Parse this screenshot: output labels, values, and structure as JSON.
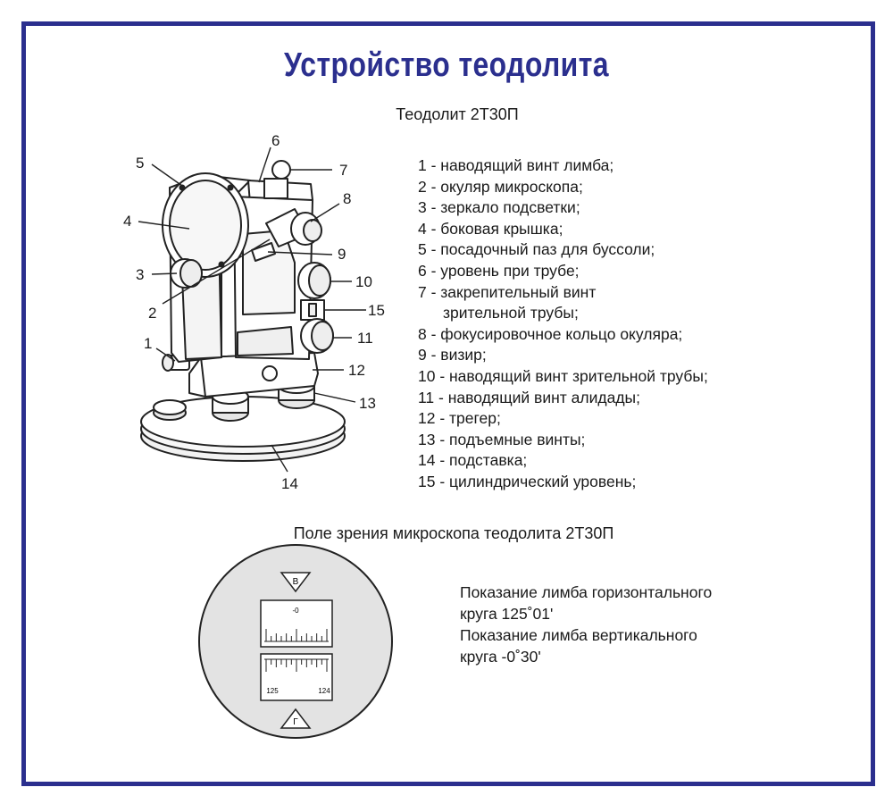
{
  "title": "Устройство теодолита",
  "subtitle": "Теодолит 2Т30П",
  "legend": [
    "1 - наводящий винт лимба;",
    "2 - окуляр микроскопа;",
    "3 - зеркало подсветки;",
    "4 - боковая крышка;",
    "5 - посадочный паз для буссоли;",
    "6 - уровень при трубе;",
    "7 - закрепительный винт",
    "зрительной трубы;",
    "8 - фокусировочное кольцо окуляра;",
    "9 - визир;",
    "10 - наводящий винт зрительной трубы;",
    "11 - наводящий винт алидады;",
    "12 - трегер;",
    "13 - подъемные винты;",
    "14 - подставка;",
    "15 - цилиндрический уровень;"
  ],
  "callouts": [
    "1",
    "2",
    "3",
    "4",
    "5",
    "6",
    "7",
    "8",
    "9",
    "10",
    "11",
    "12",
    "13",
    "14",
    "15"
  ],
  "microscope": {
    "title": "Поле зрения микроскопа теодолита 2Т30П",
    "top_marker": "В",
    "bottom_marker": "Г",
    "upper_scale_zero": "-0",
    "lower_scale_left": "125",
    "lower_scale_right": "124",
    "reading_horizontal_line1": "Показание лимба горизонтального",
    "reading_horizontal_line2": "круга 125˚01'",
    "reading_vertical_line1": "Показание лимба вертикального",
    "reading_vertical_line2": "круга -0˚30'"
  },
  "colors": {
    "frame": "#2b2f8e",
    "title": "#2b2f8e",
    "field": "#e3e3e3"
  }
}
